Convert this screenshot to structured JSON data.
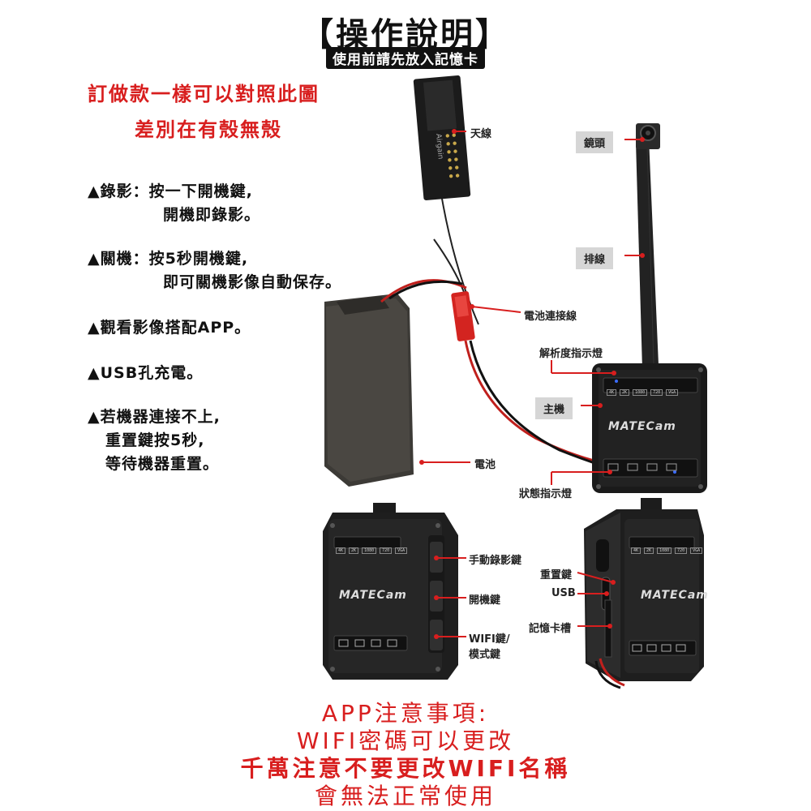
{
  "header": {
    "title": "【操作說明】",
    "subtitle": "使用前請先放入記憶卡"
  },
  "custom_note": {
    "line1": "訂做款一樣可以對照此圖",
    "line2": "差別在有殼無殼"
  },
  "instructions": [
    {
      "line1": "▲錄影：按一下開機鍵,",
      "line2": "開機即錄影。"
    },
    {
      "line1": "▲關機：按5秒開機鍵,",
      "line2": "即可關機影像自動保存。"
    },
    {
      "line1": "▲觀看影像搭配APP。",
      "line2": ""
    },
    {
      "line1": "▲USB孔充電。",
      "line2": ""
    },
    {
      "line1": "▲若機器連接不上,",
      "line2": "重置鍵按5秒,",
      "line3": "等待機器重置。"
    }
  ],
  "diagram_labels": {
    "antenna": "天線",
    "lens": "鏡頭",
    "cable": "排線",
    "battery_connector": "電池連接線",
    "resolution_indicator": "解析度指示燈",
    "main_unit": "主機",
    "battery": "電池",
    "status_indicator": "狀態指示燈",
    "manual_record_key": "手動錄影鍵",
    "power_key": "開機鍵",
    "wifi_key_line1": "WIFI鍵/",
    "wifi_key_line2": "模式鍵",
    "reset_key": "重置鍵",
    "usb": "USB",
    "memory_card_slot": "記憶卡槽"
  },
  "device": {
    "brand": "MATECam",
    "antenna_text": "Airgain",
    "resolutions": [
      "4K",
      "2K",
      "1080",
      "720",
      "VGA"
    ]
  },
  "app_note": {
    "line1": "APP注意事項:",
    "line2": "WIFI密碼可以更改",
    "line3": "千萬注意不要更改WIFI名稱",
    "line4": "會無法正常使用"
  },
  "colors": {
    "accent_red": "#d81e1e",
    "device_black": "#1a1a1a",
    "label_gray": "#d6d6d6"
  }
}
